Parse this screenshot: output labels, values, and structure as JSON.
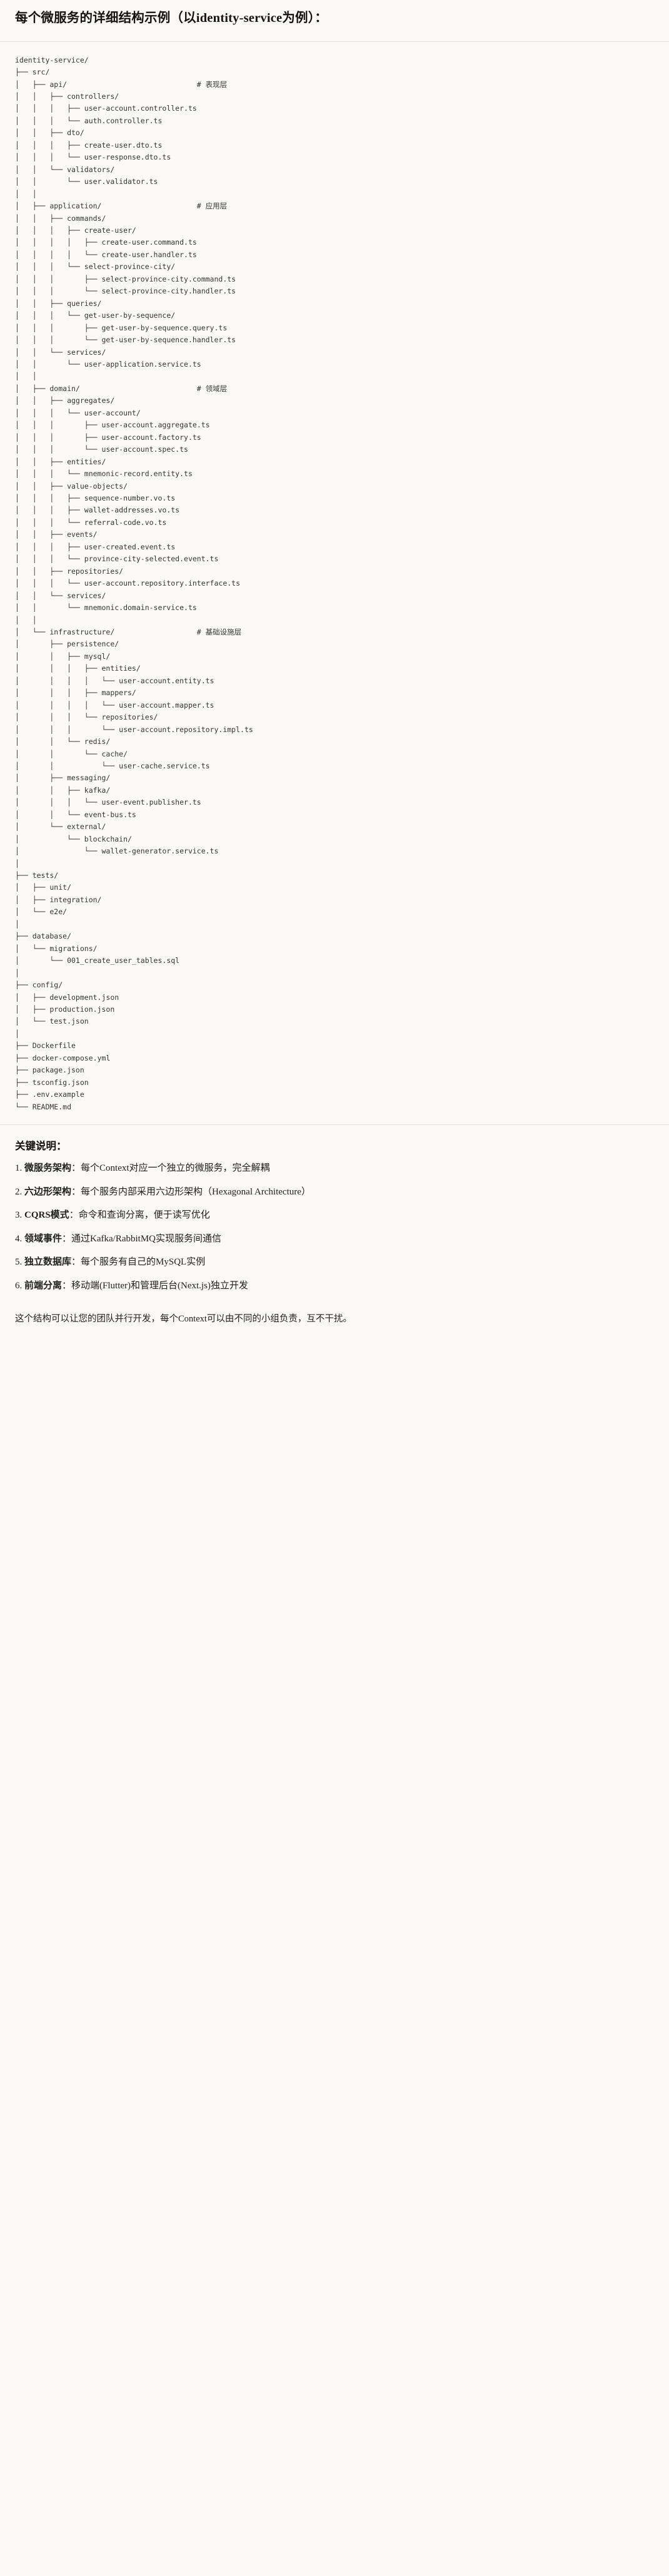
{
  "document": {
    "title": "每个微服务的详细结构示例（以identity-service为例）：",
    "tree_root": "identity-service/",
    "tree_text": "identity-service/\n├── src/\n│   ├── api/                              # 表现层\n│   │   ├── controllers/\n│   │   │   ├── user-account.controller.ts\n│   │   │   └── auth.controller.ts\n│   │   ├── dto/\n│   │   │   ├── create-user.dto.ts\n│   │   │   └── user-response.dto.ts\n│   │   └── validators/\n│   │       └── user.validator.ts\n│   │\n│   ├── application/                      # 应用层\n│   │   ├── commands/\n│   │   │   ├── create-user/\n│   │   │   │   ├── create-user.command.ts\n│   │   │   │   └── create-user.handler.ts\n│   │   │   └── select-province-city/\n│   │   │       ├── select-province-city.command.ts\n│   │   │       └── select-province-city.handler.ts\n│   │   ├── queries/\n│   │   │   └── get-user-by-sequence/\n│   │   │       ├── get-user-by-sequence.query.ts\n│   │   │       └── get-user-by-sequence.handler.ts\n│   │   └── services/\n│   │       └── user-application.service.ts\n│   │\n│   ├── domain/                           # 领域层\n│   │   ├── aggregates/\n│   │   │   └── user-account/\n│   │   │       ├── user-account.aggregate.ts\n│   │   │       ├── user-account.factory.ts\n│   │   │       └── user-account.spec.ts\n│   │   ├── entities/\n│   │   │   └── mnemonic-record.entity.ts\n│   │   ├── value-objects/\n│   │   │   ├── sequence-number.vo.ts\n│   │   │   ├── wallet-addresses.vo.ts\n│   │   │   └── referral-code.vo.ts\n│   │   ├── events/\n│   │   │   ├── user-created.event.ts\n│   │   │   └── province-city-selected.event.ts\n│   │   ├── repositories/\n│   │   │   └── user-account.repository.interface.ts\n│   │   └── services/\n│   │       └── mnemonic.domain-service.ts\n│   │\n│   └── infrastructure/                   # 基础设施层\n│       ├── persistence/\n│       │   ├── mysql/\n│       │   │   ├── entities/\n│       │   │   │   └── user-account.entity.ts\n│       │   │   ├── mappers/\n│       │   │   │   └── user-account.mapper.ts\n│       │   │   └── repositories/\n│       │   │       └── user-account.repository.impl.ts\n│       │   └── redis/\n│       │       └── cache/\n│       │           └── user-cache.service.ts\n│       ├── messaging/\n│       │   ├── kafka/\n│       │   │   └── user-event.publisher.ts\n│       │   └── event-bus.ts\n│       └── external/\n│           └── blockchain/\n│               └── wallet-generator.service.ts\n│\n├── tests/\n│   ├── unit/\n│   ├── integration/\n│   └── e2e/\n│\n├── database/\n│   └── migrations/\n│       └── 001_create_user_tables.sql\n│\n├── config/\n│   ├── development.json\n│   ├── production.json\n│   └── test.json\n│\n├── Dockerfile\n├── docker-compose.yml\n├── package.json\n├── tsconfig.json\n├── .env.example\n└── README.md",
    "layer_comments": [
      {
        "target": "api/",
        "text": "# 表现层"
      },
      {
        "target": "application/",
        "text": "# 应用层"
      },
      {
        "target": "domain/",
        "text": "# 领域层"
      },
      {
        "target": "infrastructure/",
        "text": "# 基础设施层"
      }
    ],
    "notes_heading": "关键说明：",
    "notes": [
      {
        "num": "1.",
        "term": "微服务架构",
        "sep": "：",
        "desc": "每个Context对应一个独立的微服务，完全解耦"
      },
      {
        "num": "2.",
        "term": "六边形架构",
        "sep": "：",
        "desc": "每个服务内部采用六边形架构（Hexagonal Architecture）"
      },
      {
        "num": "3.",
        "term": "CQRS模式",
        "sep": "：",
        "desc": "命令和查询分离，便于读写优化"
      },
      {
        "num": "4.",
        "term": "领域事件",
        "sep": "：",
        "desc": "通过Kafka/RabbitMQ实现服务间通信"
      },
      {
        "num": "5.",
        "term": "独立数据库",
        "sep": "：",
        "desc": "每个服务有自己的MySQL实例"
      },
      {
        "num": "6.",
        "term": "前端分离",
        "sep": "：",
        "desc": "移动端(Flutter)和管理后台(Next.js)独立开发"
      }
    ],
    "closing": "这个结构可以让您的团队并行开发，每个Context可以由不同的小组负责，互不干扰。"
  },
  "colors": {
    "background": "#faf9f5",
    "code_background": "#fbfaf7",
    "text": "#1f1f1d",
    "code_text": "#33352f",
    "rule": "#e7e4dc"
  }
}
